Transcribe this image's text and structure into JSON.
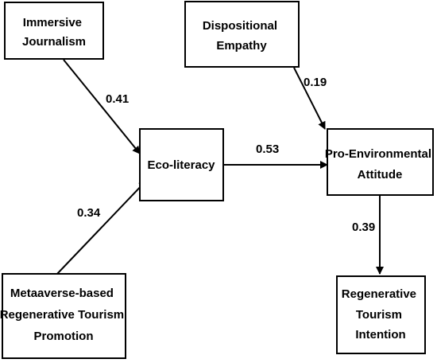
{
  "nodes": {
    "immersive_journalism": [
      "Immersive",
      "Journalism"
    ],
    "dispositional_empathy": [
      "Dispositional",
      "Empathy"
    ],
    "eco_literacy": [
      "Eco-literacy"
    ],
    "pro_environmental_attitude": [
      "Pro-Environmental",
      "Attitude"
    ],
    "metaaverse_promotion": [
      "Metaaverse-based",
      "Regenerative Tourism",
      "Promotion"
    ],
    "regenerative_tourism_intention": [
      "Regenerative",
      "Tourism",
      "Intention"
    ]
  },
  "paths": {
    "immersive_to_eco": "0.41",
    "metaaverse_to_eco": "0.34",
    "eco_to_pro": "0.53",
    "empathy_to_pro": "0.19",
    "pro_to_intention": "0.39"
  },
  "colors": {
    "stroke": "#000000",
    "background": "#ffffff"
  }
}
